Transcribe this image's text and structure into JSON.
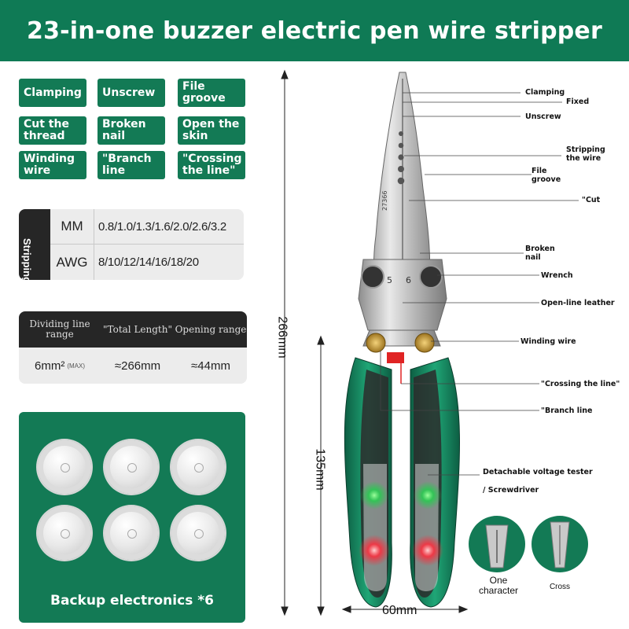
{
  "title": "23-in-one buzzer electric pen wire stripper",
  "features": [
    "Clamping",
    "Unscrew",
    "File groove",
    "Cut the thread",
    "Broken nail",
    "Open the skin",
    "Winding wire",
    "\"Branch line",
    "\"Crossing the line\""
  ],
  "stripping": {
    "label": "Stripping the wire",
    "rows": [
      {
        "key": "MM",
        "value": "0.8/1.0/1.3/1.6/2.0/2.6/3.2"
      },
      {
        "key": "AWG",
        "value": "8/10/12/14/16/18/20"
      }
    ]
  },
  "specs": {
    "headers": [
      "Dividing line range",
      "\"Total Length\"",
      "Opening range"
    ],
    "value1": "6mm²",
    "value1_note": "(MAX)",
    "value2": "≈266mm",
    "value3": "≈44mm"
  },
  "battery_label": "Backup electronics *6",
  "dimensions": {
    "total": "266mm",
    "handle": "135mm",
    "width": "60mm"
  },
  "callouts": {
    "clamping": "Clamping",
    "fixed": "Fixed",
    "unscrew": "Unscrew",
    "stripping": "Stripping the wire",
    "file_groove": "File groove",
    "cut": "\"Cut",
    "broken_nail": "Broken nail",
    "wrench": "Wrench",
    "open_line": "Open-line leather",
    "winding": "Winding wire",
    "crossing": "\"Crossing the line\"",
    "branch": "\"Branch line",
    "tester": "Detachable voltage tester",
    "screwdriver": "/ Screwdriver"
  },
  "tool_marks": {
    "model": "27366",
    "left_num": "5",
    "right_num": "6"
  },
  "inserts": {
    "one": "One character",
    "cross": "Cross"
  },
  "colors": {
    "brand_green": "#137a55",
    "dark": "#262626",
    "light": "#ececec"
  }
}
